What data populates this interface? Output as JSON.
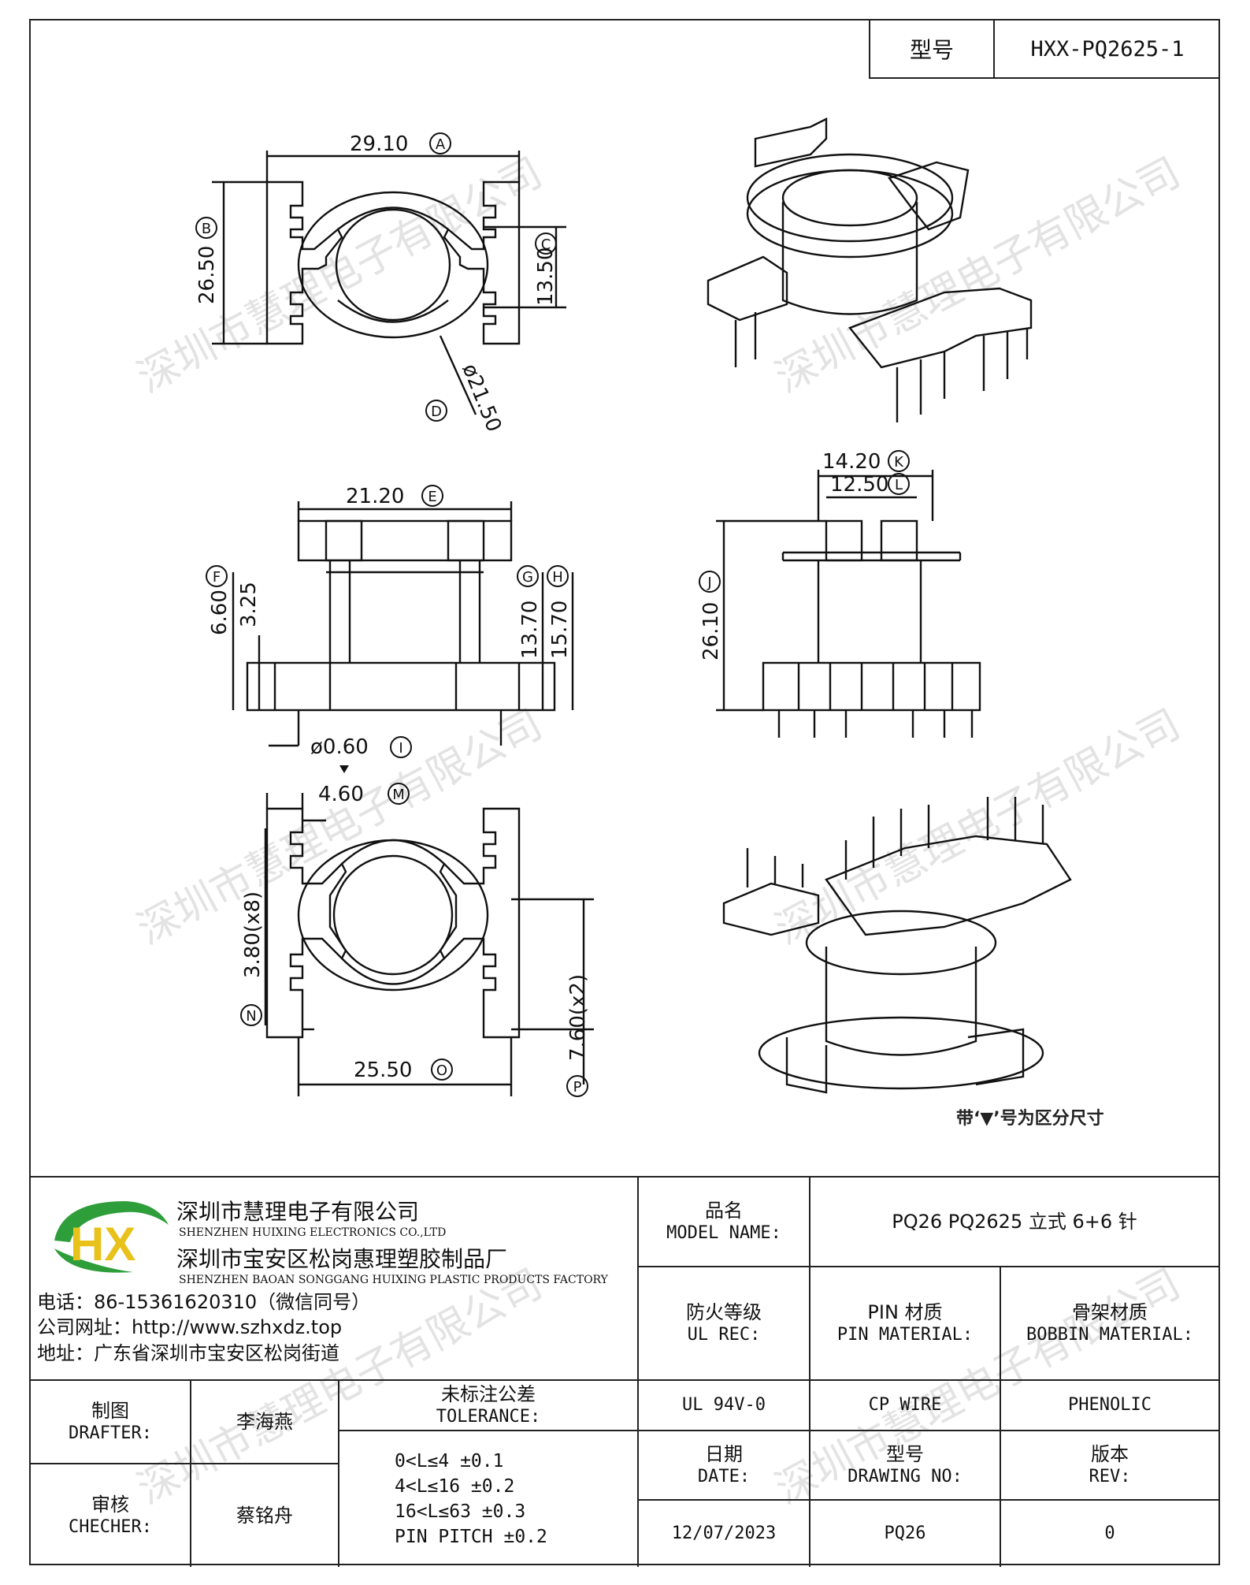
{
  "header": {
    "type_label": "型号",
    "type_value": "HXX-PQ2625-1"
  },
  "watermark": "深圳市慧理电子有限公司",
  "dimensions": {
    "A": "29.10",
    "B": "26.50",
    "C": "13.50",
    "D": "ø21.50",
    "E": "21.20",
    "F": "6.60",
    "F2": "3.25",
    "G": "13.70",
    "H": "15.70",
    "I": "ø0.60",
    "K": "14.20",
    "L": "12.50",
    "J": "26.10",
    "M": "4.60",
    "N": "3.80(x8)",
    "O": "25.50",
    "P": "7.60(x2)"
  },
  "markers": {
    "A": "A",
    "B": "B",
    "C": "C",
    "D": "D",
    "E": "E",
    "F": "F",
    "G": "G",
    "H": "H",
    "I": "I",
    "J": "J",
    "K": "K",
    "L": "L",
    "M": "M",
    "N": "N",
    "O": "O",
    "P": "P"
  },
  "note": "带‘▼’号为区分尺寸",
  "company": {
    "name_cn": "深圳市慧理电子有限公司",
    "name_en": "SHENZHEN HUIXING ELECTRONICS CO.,LTD",
    "factory_cn": "深圳市宝安区松岗惠理塑胶制品厂",
    "factory_en": "SHENZHEN BAOAN SONGGANG HUIXING PLASTIC PRODUCTS FACTORY",
    "phone": "电话：86-15361620310（微信同号）",
    "website": "公司网址：http://www.szhxdz.top",
    "address": "地址：广东省深圳市宝安区松岗街道",
    "logo_text": "HX",
    "logo_colors": {
      "green": "#2e9e3a",
      "yellow": "#e8c21a"
    }
  },
  "title_block": {
    "model_name_cn": "品名",
    "model_name_en": "MODEL NAME:",
    "model_name_value": "PQ26 PQ2625 立式 6+6 针",
    "ul_cn": "防火等级",
    "ul_en": "UL REC:",
    "pin_cn": "PIN 材质",
    "pin_en": "PIN MATERIAL:",
    "bobbin_cn": "骨架材质",
    "bobbin_en": "BOBBIN MATERIAL:",
    "ul_value": "UL 94V-0",
    "pin_value": "CP WIRE",
    "bobbin_value": "PHENOLIC",
    "drafter_cn": "制图",
    "drafter_en": "DRAFTER:",
    "drafter_value": "李海燕",
    "checker_cn": "审核",
    "checker_en": "CHECHER:",
    "checker_value": "蔡铭舟",
    "tolerance_cn": "未标注公差",
    "tolerance_en": "TOLERANCE:",
    "tolerance_lines": [
      "0<L≤4   ±0.1",
      "4<L≤16  ±0.2",
      "16<L≤63  ±0.3",
      "PIN PITCH  ±0.2"
    ],
    "date_cn": "日期",
    "date_en": "DATE:",
    "date_value": "12/07/2023",
    "drawing_cn": "型号",
    "drawing_en": "DRAWING NO:",
    "drawing_value": "PQ26",
    "rev_cn": "版本",
    "rev_en": "REV:",
    "rev_value": "0"
  }
}
